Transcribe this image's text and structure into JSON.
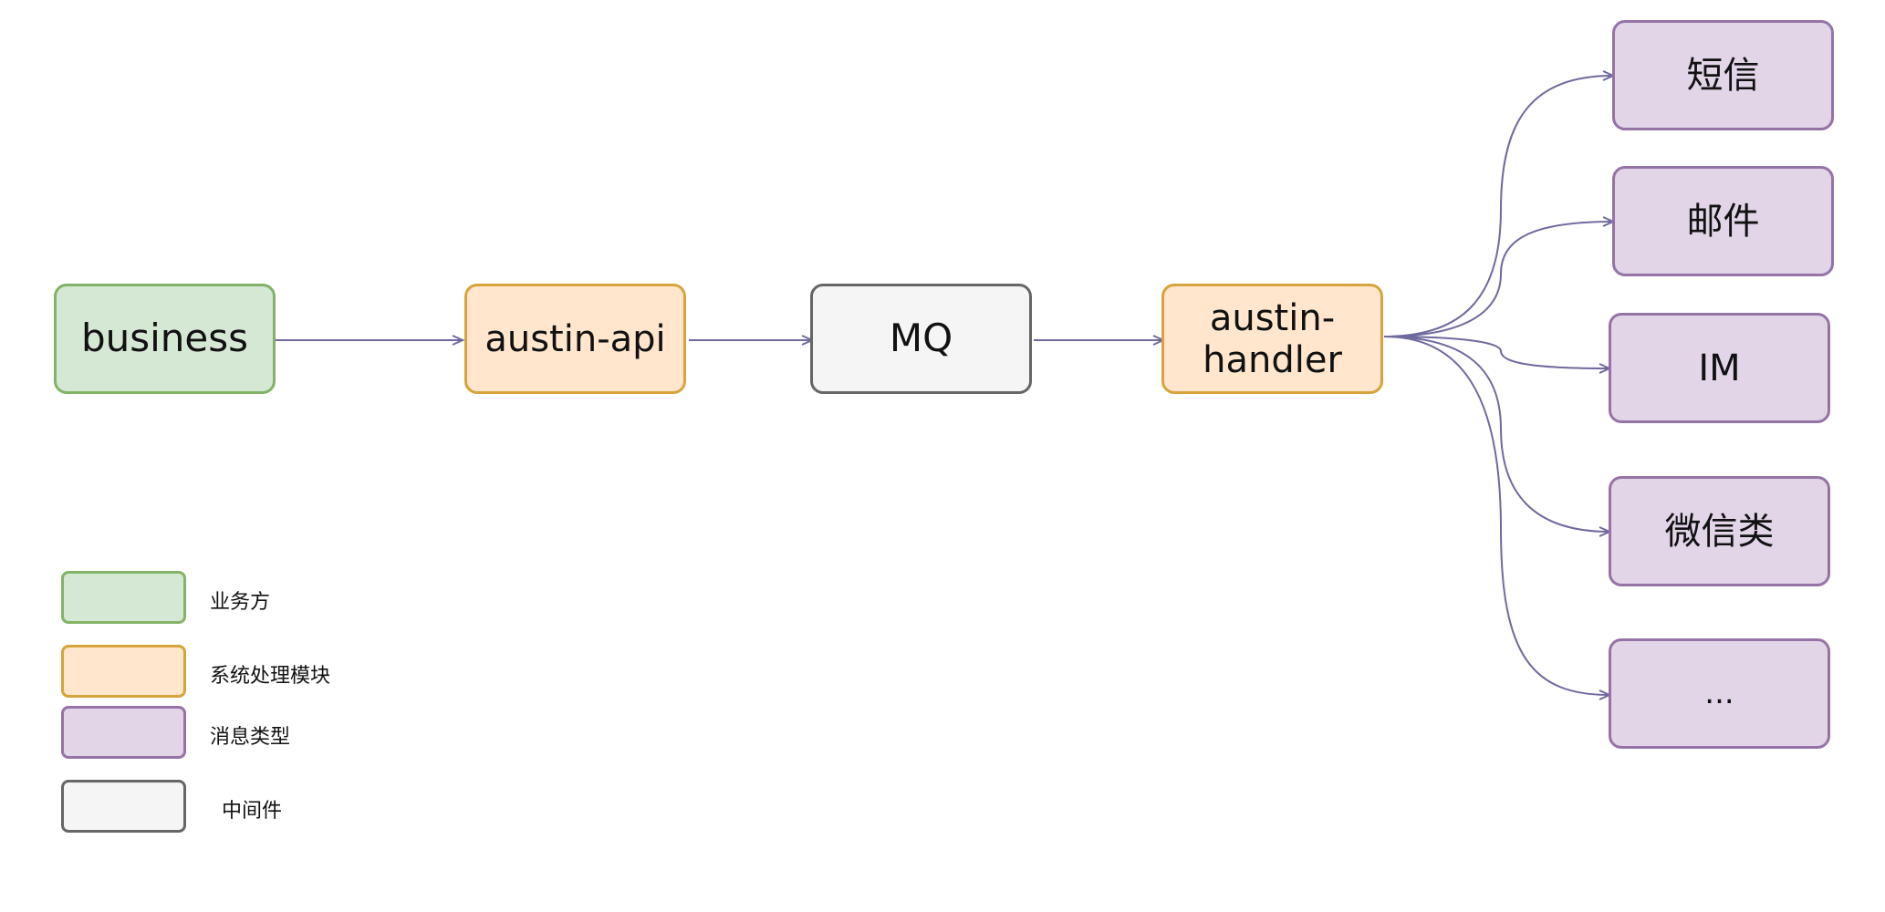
{
  "colors": {
    "green_fill": "#d5e8d4",
    "green_stroke": "#82b366",
    "orange_fill": "#ffe6cc",
    "orange_stroke": "#d6a43a",
    "purple_fill": "#e1d5e7",
    "purple_stroke": "#9673a6",
    "gray_fill": "#f5f5f5",
    "gray_stroke": "#666666",
    "edge": "#6f6a9e"
  },
  "nodes": {
    "business": "business",
    "austin_api": "austin-api",
    "mq": "MQ",
    "austin_handler": "austin-\nhandler",
    "sms": "短信",
    "email": "邮件",
    "im": "IM",
    "wechat": "微信类",
    "more": "..."
  },
  "legend": [
    {
      "label": "业务方",
      "category": "green"
    },
    {
      "label": "系统处理模块",
      "category": "orange"
    },
    {
      "label": "消息类型",
      "category": "purple"
    },
    {
      "label": "中间件",
      "category": "gray"
    }
  ]
}
